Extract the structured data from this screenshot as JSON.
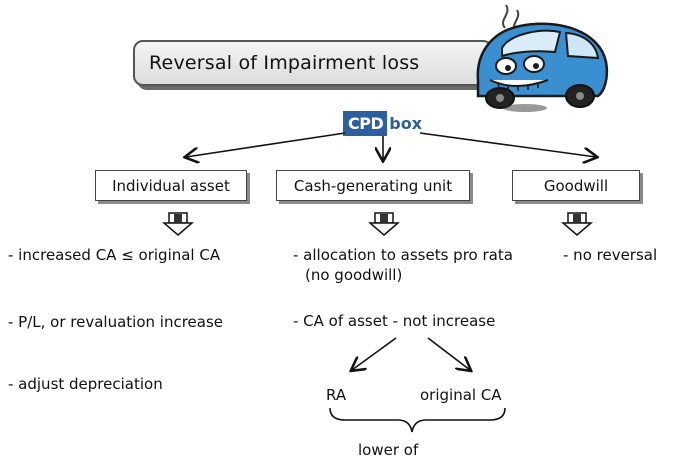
{
  "title": "Reversal of Impairment loss",
  "logo": {
    "part1": "CPD",
    "part2": "box"
  },
  "categories": {
    "individual": "Individual asset",
    "cgu": "Cash-generating unit",
    "goodwill": "Goodwill"
  },
  "individual_points": [
    "- increased CA ≤ original CA",
    "- P/L, or revaluation increase",
    "- adjust depreciation"
  ],
  "cgu_points": {
    "allocation_line1": "- allocation to assets pro rata",
    "allocation_line2": "(no goodwill)",
    "ca_line": "- CA of asset - not increase",
    "ra": "RA",
    "original_ca": "original CA",
    "lower_of": "lower of"
  },
  "goodwill_points": [
    "- no reversal"
  ],
  "colors": {
    "car_body": "#3a8fd0",
    "logo_blue": "#2b5f9e",
    "box_border": "#444444"
  },
  "icons": [
    "car-illustration",
    "down-arrow-icon",
    "branch-arrow",
    "curly-brace"
  ]
}
